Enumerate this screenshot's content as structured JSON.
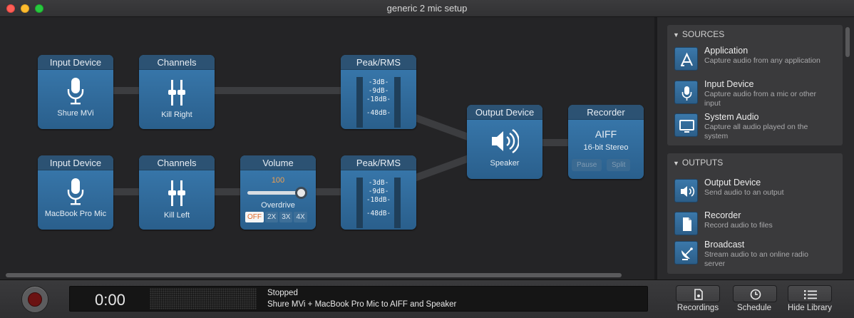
{
  "window": {
    "title": "generic 2 mic setup"
  },
  "canvas": {
    "blocks": [
      {
        "header": "Input Device",
        "label": "Shure MVi"
      },
      {
        "header": "Channels",
        "label": "Kill Right"
      },
      {
        "header": "Peak/RMS",
        "levels": [
          "-3dB-",
          "-9dB-",
          "-18dB-",
          "-48dB-"
        ]
      },
      {
        "header": "Output Device",
        "label": "Speaker"
      },
      {
        "header": "Recorder",
        "format": "AIFF",
        "quality": "16-bit Stereo",
        "pause": "Pause",
        "split": "Split"
      },
      {
        "header": "Input Device",
        "label": "MacBook Pro Mic"
      },
      {
        "header": "Channels",
        "label": "Kill Left"
      },
      {
        "header": "Volume",
        "value": "100",
        "mode_label": "Overdrive",
        "options": [
          "OFF",
          "2X",
          "3X",
          "4X"
        ],
        "selected_option": "OFF",
        "slider_level": 1.0
      },
      {
        "header": "Peak/RMS",
        "levels": [
          "-3dB-",
          "-9dB-",
          "-18dB-",
          "-48dB-"
        ]
      }
    ]
  },
  "library": {
    "sources": {
      "heading": "SOURCES",
      "items": [
        {
          "title": "Application",
          "desc": "Capture audio from any application",
          "icon": "app-store-icon"
        },
        {
          "title": "Input Device",
          "desc": "Capture audio from a mic or other input",
          "icon": "microphone-icon"
        },
        {
          "title": "System Audio",
          "desc": "Capture all audio played on the system",
          "icon": "monitor-icon"
        }
      ]
    },
    "outputs": {
      "heading": "OUTPUTS",
      "items": [
        {
          "title": "Output Device",
          "desc": "Send audio to an output",
          "icon": "speaker-icon"
        },
        {
          "title": "Recorder",
          "desc": "Record audio to files",
          "icon": "document-icon"
        },
        {
          "title": "Broadcast",
          "desc": "Stream audio to an online radio server",
          "icon": "satellite-dish-icon"
        }
      ]
    }
  },
  "bottombar": {
    "time": "0:00",
    "status": "Stopped",
    "description": "Shure MVi + MacBook Pro Mic to AIFF and Speaker",
    "buttons": [
      {
        "label": "Recordings",
        "icon": "recordings-icon"
      },
      {
        "label": "Schedule",
        "icon": "clock-icon"
      },
      {
        "label": "Hide Library",
        "icon": "list-icon"
      }
    ]
  },
  "colors": {
    "block": "#2f6a9a",
    "block_header": "#2c5273",
    "volume_value": "#f0a050",
    "record": "#6b1212"
  }
}
